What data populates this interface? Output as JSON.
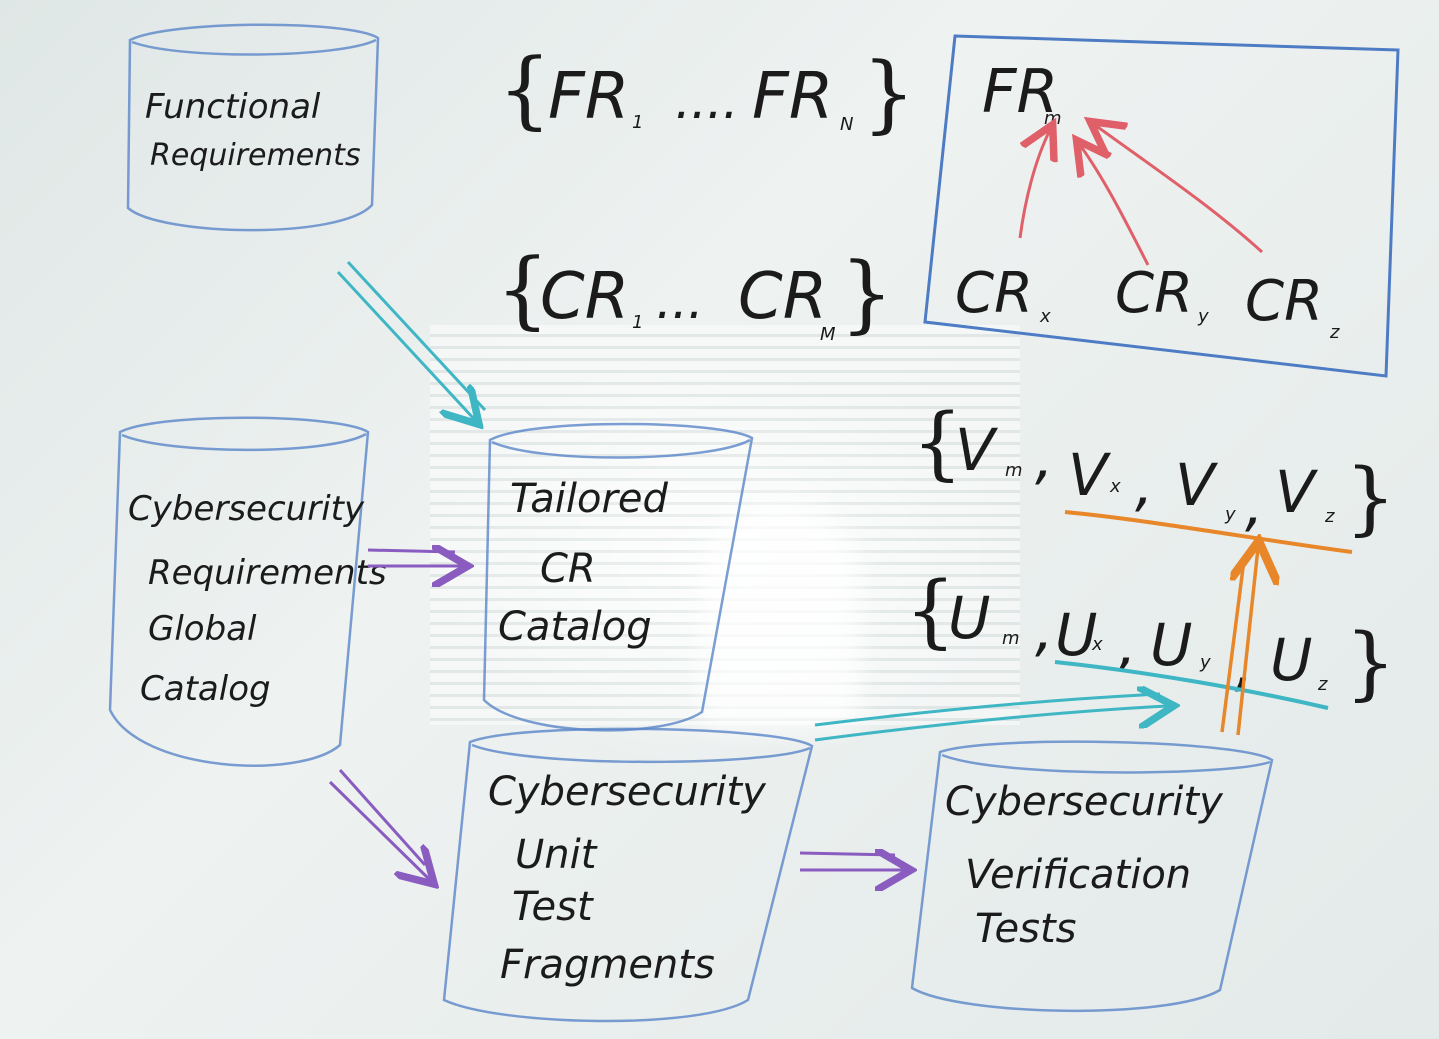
{
  "nodes": {
    "functional_requirements": [
      "Functional",
      "Requirements"
    ],
    "cyber_catalog": [
      "Cybersecurity",
      "Requirements",
      "Global",
      "Catalog"
    ],
    "tailored": [
      "Tailored",
      "CR",
      "Catalog"
    ],
    "unit_test": [
      "Cybersecurity",
      "Unit",
      "Test",
      "Fragments"
    ],
    "verification": [
      "Cybersecurity",
      "Verification",
      "Tests"
    ]
  },
  "sets": {
    "fr_set": {
      "a": "FR",
      "a_sub": "1",
      "dots": "....",
      "b": "FR",
      "b_sub": "N"
    },
    "cr_set": {
      "a": "CR",
      "a_sub": "1",
      "dots": "...",
      "b": "CR",
      "b_sub": "M"
    },
    "v_set": [
      {
        "label": "V",
        "sub": "m"
      },
      {
        "label": "V",
        "sub": "x"
      },
      {
        "label": "V",
        "sub": "y"
      },
      {
        "label": "V",
        "sub": "z"
      }
    ],
    "u_set": [
      {
        "label": "U",
        "sub": "m"
      },
      {
        "label": "U",
        "sub": "x"
      },
      {
        "label": "U",
        "sub": "y"
      },
      {
        "label": "U",
        "sub": "z"
      }
    ]
  },
  "mapping_box": {
    "target": {
      "label": "FR",
      "sub": "m"
    },
    "sources": [
      {
        "label": "CR",
        "sub": "x"
      },
      {
        "label": "CR",
        "sub": "y"
      },
      {
        "label": "CR",
        "sub": "z"
      }
    ]
  },
  "colors": {
    "cylinder": "#5a86c8",
    "box": "#4d7cc4",
    "teal_arrow": "#3fb6c4",
    "purple_arrow": "#8a5cc0",
    "red_arrow": "#e0606a",
    "orange": "#e8862a"
  }
}
